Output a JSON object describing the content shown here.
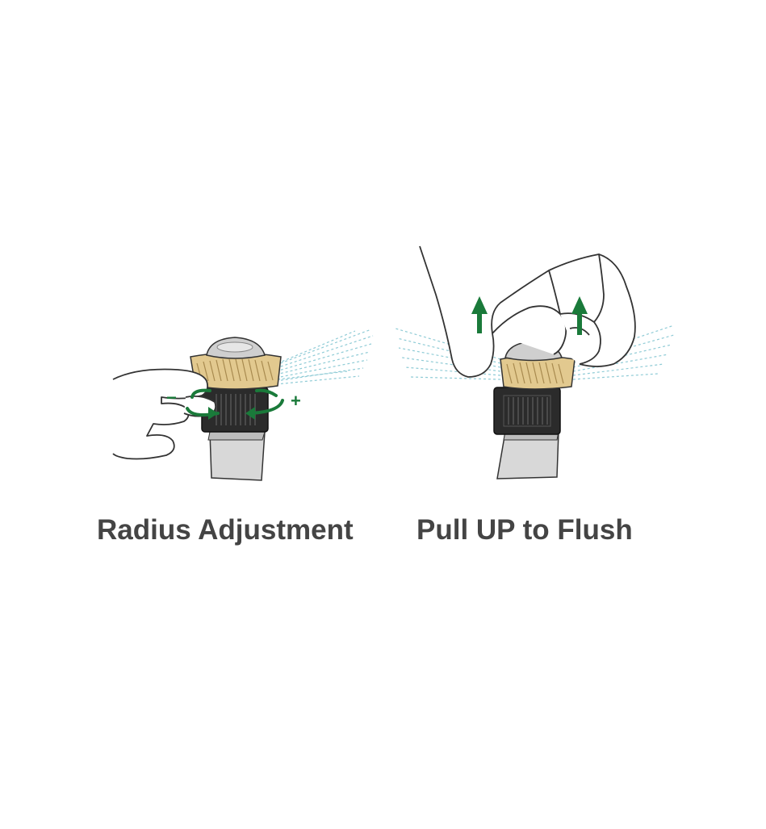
{
  "figure": {
    "panels": [
      {
        "id": "radius-adjustment",
        "caption": "Radius Adjustment",
        "minus_sign": "−",
        "plus_sign": "+"
      },
      {
        "id": "pull-up-to-flush",
        "caption": "Pull UP to Flush"
      }
    ]
  },
  "colors": {
    "arrow_green": "#1a7a3a",
    "brass": "#e2c98f",
    "brass_dark": "#a88a4f",
    "cap_gray": "#cfcfcf",
    "body_black": "#2b2b2b",
    "riser_gray": "#d8d8d8",
    "spray_blue": "#7cc3cf",
    "outline": "#333333",
    "caption_text": "#444444"
  },
  "icons": [
    "rotate-arrows-icon",
    "up-arrow-icon"
  ]
}
